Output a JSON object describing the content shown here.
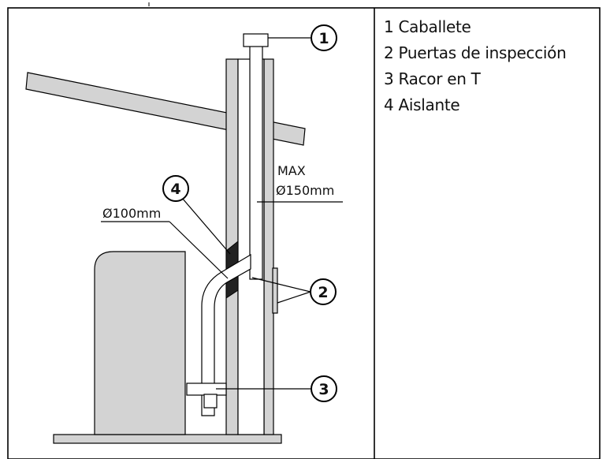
{
  "legend": [
    {
      "number": "1",
      "label": "Caballete"
    },
    {
      "number": "2",
      "label": "Puertas de inspección"
    },
    {
      "number": "3",
      "label": "Racor en T"
    },
    {
      "number": "4",
      "label": "Aislante"
    }
  ],
  "labels": {
    "max": "MAX",
    "diameter_large": "Ø150mm",
    "diameter_small": "Ø100mm"
  },
  "callouts": [
    "1",
    "2",
    "3",
    "4"
  ]
}
